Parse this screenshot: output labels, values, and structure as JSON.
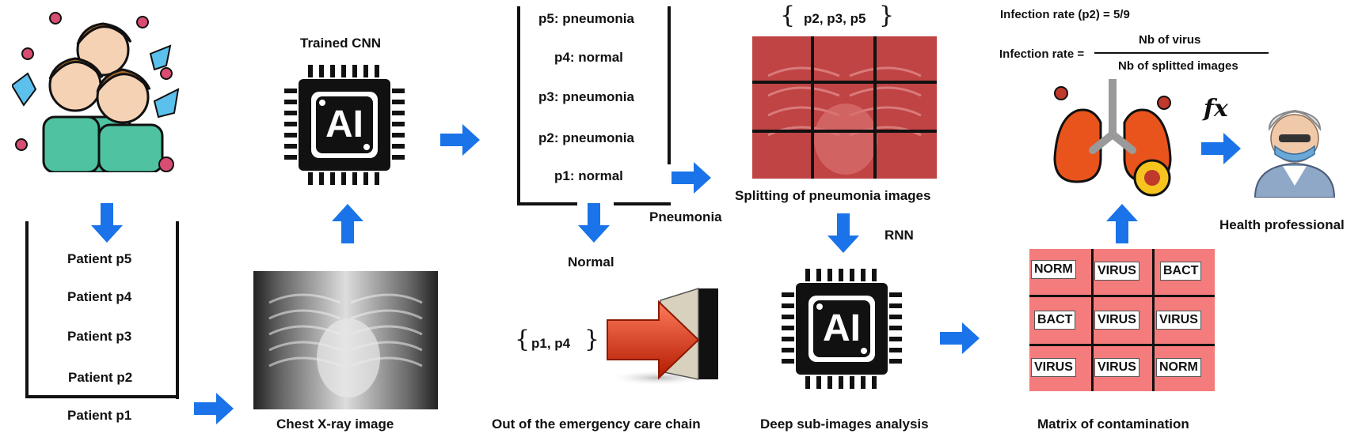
{
  "patients_list": [
    "Patient p5",
    "Patient p4",
    "Patient p3",
    "Patient p2",
    "Patient p1"
  ],
  "trained_cnn_label": "Trained CNN",
  "ai_chip_text": "AI",
  "chest_xray_label": "Chest X-ray image",
  "predictions": [
    "p5: pneumonia",
    "p4: normal",
    "p3: pneumonia",
    "p2: pneumonia",
    "p1: normal"
  ],
  "pneumonia_label": "Pneumonia",
  "normal_label": "Normal",
  "normal_set": "p1, p4",
  "out_of_chain_label": "Out of the emergency care chain",
  "pneumonia_set": "p2, p3, p5",
  "splitting_label": "Splitting of pneumonia images",
  "rnn_label": "RNN",
  "deep_analysis_label": "Deep sub-images analysis",
  "infection_rate_example": "Infection rate (p2) = 5/9",
  "infection_rate_prefix": "Infection rate =",
  "formula_numerator": "Nb of virus",
  "formula_denominator": "Nb of splitted images",
  "fx_symbol": "fx",
  "health_professional_label": "Health professional",
  "matrix_label": "Matrix of contamination",
  "matrix_cells": [
    [
      "NORM",
      "VIRUS",
      "BACT"
    ],
    [
      "BACT",
      "VIRUS",
      "VIRUS"
    ],
    [
      "VIRUS",
      "VIRUS",
      "NORM"
    ]
  ],
  "colors": {
    "arrow": "#1a73e8",
    "matrix_bg": "#f47c7c",
    "xray_overlay": "#c0392b"
  }
}
